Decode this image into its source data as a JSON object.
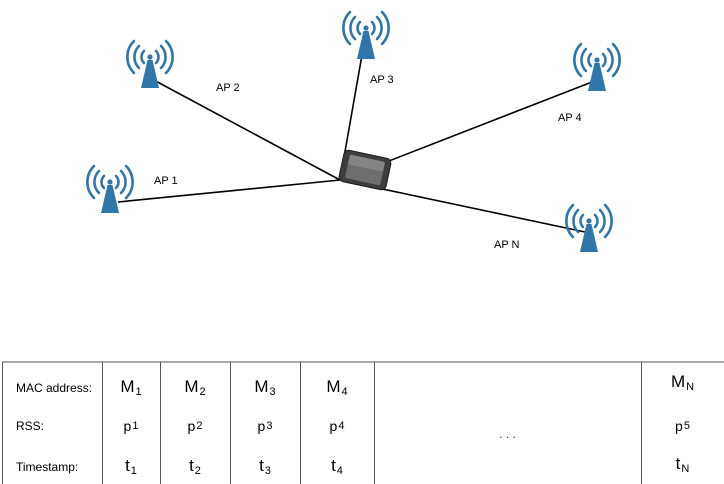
{
  "diagram": {
    "access_points": [
      {
        "id": "ap1",
        "label": "AP 1"
      },
      {
        "id": "ap2",
        "label": "AP 2"
      },
      {
        "id": "ap3",
        "label": "AP 3"
      },
      {
        "id": "ap4",
        "label": "AP 4"
      },
      {
        "id": "apn",
        "label": "AP N"
      }
    ],
    "antenna_color": "#2f77ab",
    "line_color": "#000000"
  },
  "table": {
    "row_labels": {
      "mac": "MAC address:",
      "rss": "RSS:",
      "timestamp": "Timestamp:"
    },
    "ellipsis": ". . .",
    "columns": [
      {
        "mac": "M",
        "mac_sub": "1",
        "rss": "p",
        "rss_sub": "1",
        "ts": "t",
        "ts_sub": "1"
      },
      {
        "mac": "M",
        "mac_sub": "2",
        "rss": "p",
        "rss_sub": "2",
        "ts": "t",
        "ts_sub": "2"
      },
      {
        "mac": "M",
        "mac_sub": "3",
        "rss": "p",
        "rss_sub": "3",
        "ts": "t",
        "ts_sub": "3"
      },
      {
        "mac": "M",
        "mac_sub": "4",
        "rss": "p",
        "rss_sub": "4",
        "ts": "t",
        "ts_sub": "4"
      }
    ],
    "last_column": {
      "mac": "M",
      "mac_sub": "N",
      "rss": "p",
      "rss_sub": "5",
      "ts": "t",
      "ts_sub": "N"
    }
  }
}
